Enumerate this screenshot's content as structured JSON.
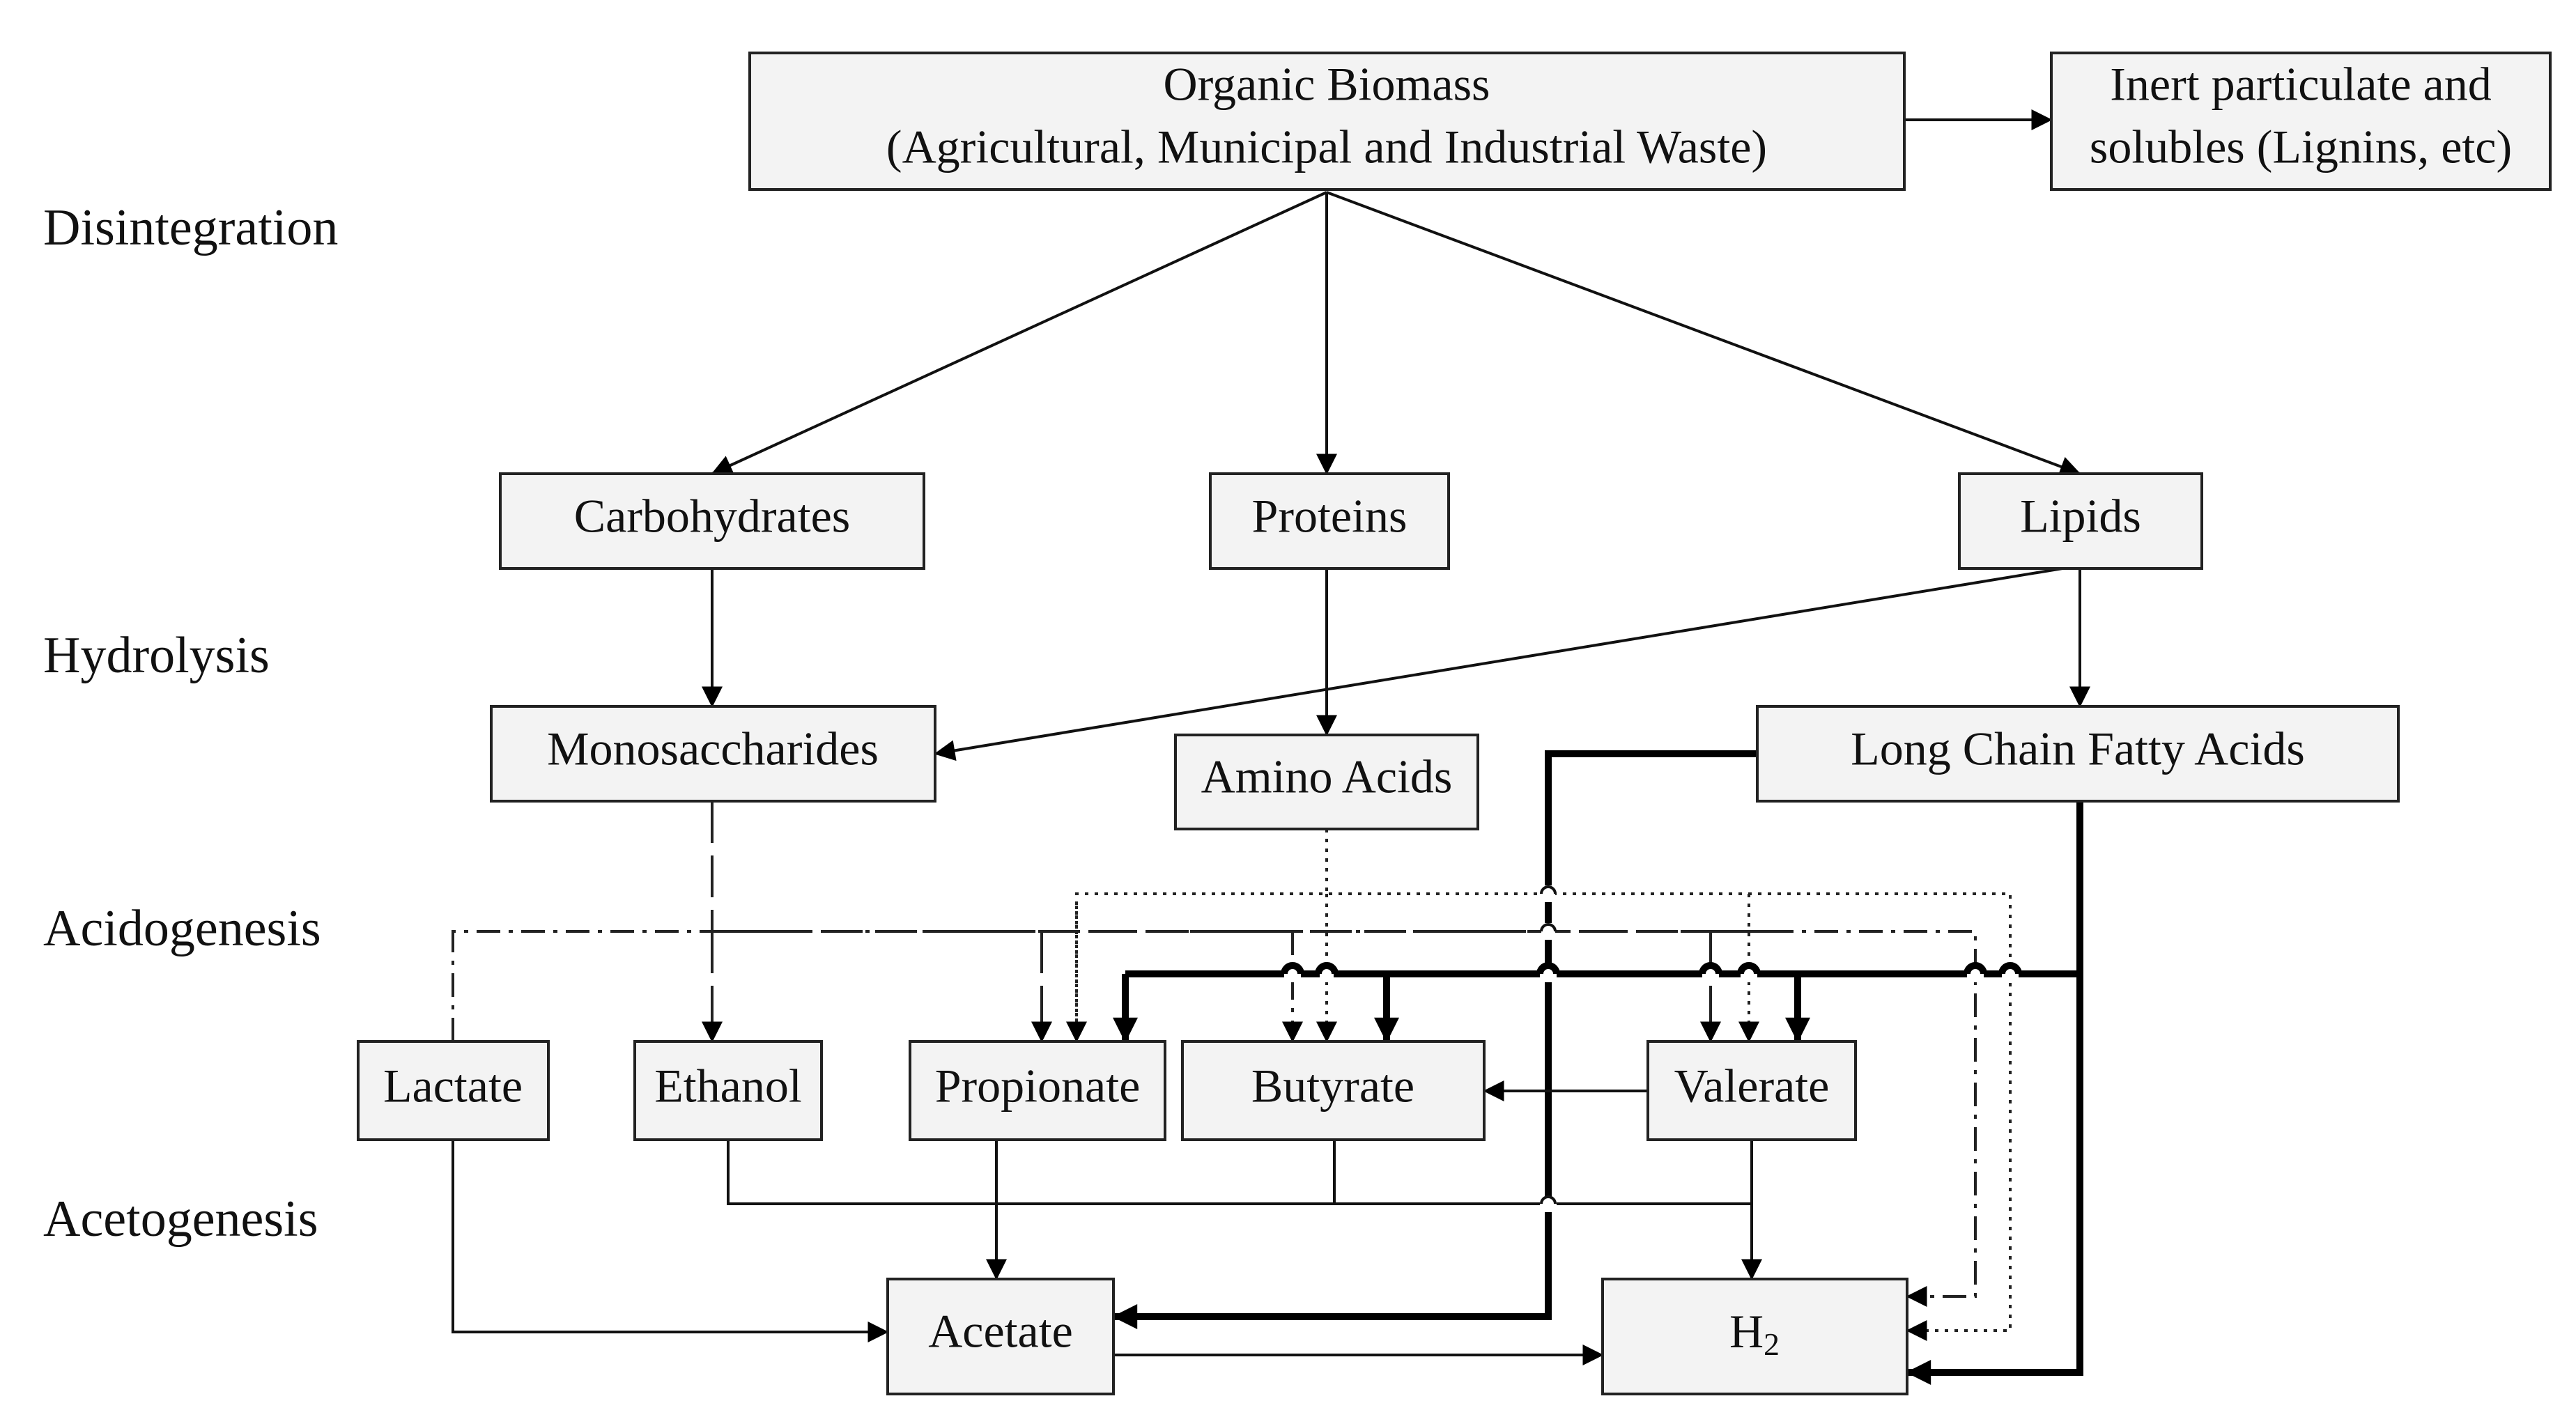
{
  "stages": {
    "disintegration": "Disintegration",
    "hydrolysis": "Hydrolysis",
    "acidogenesis": "Acidogenesis",
    "acetogenesis": "Acetogenesis"
  },
  "nodes": {
    "organic_biomass": {
      "line1": "Organic Biomass",
      "line2": "(Agricultural, Municipal and Industrial Waste)"
    },
    "inert": {
      "line1": "Inert particulate and",
      "line2": "solubles (Lignins, etc)"
    },
    "carbohydrates": "Carbohydrates",
    "proteins": "Proteins",
    "lipids": "Lipids",
    "monosaccharides": "Monosaccharides",
    "amino_acids": "Amino Acids",
    "lcfa": "Long Chain Fatty Acids",
    "lactate": "Lactate",
    "ethanol": "Ethanol",
    "propionate": "Propionate",
    "butyrate": "Butyrate",
    "valerate": "Valerate",
    "acetate": "Acetate",
    "h2": {
      "main": "H",
      "sub": "2"
    }
  },
  "colors": {
    "line": "#111111",
    "box_fill": "#f3f3f3",
    "box_stroke": "#222222"
  }
}
